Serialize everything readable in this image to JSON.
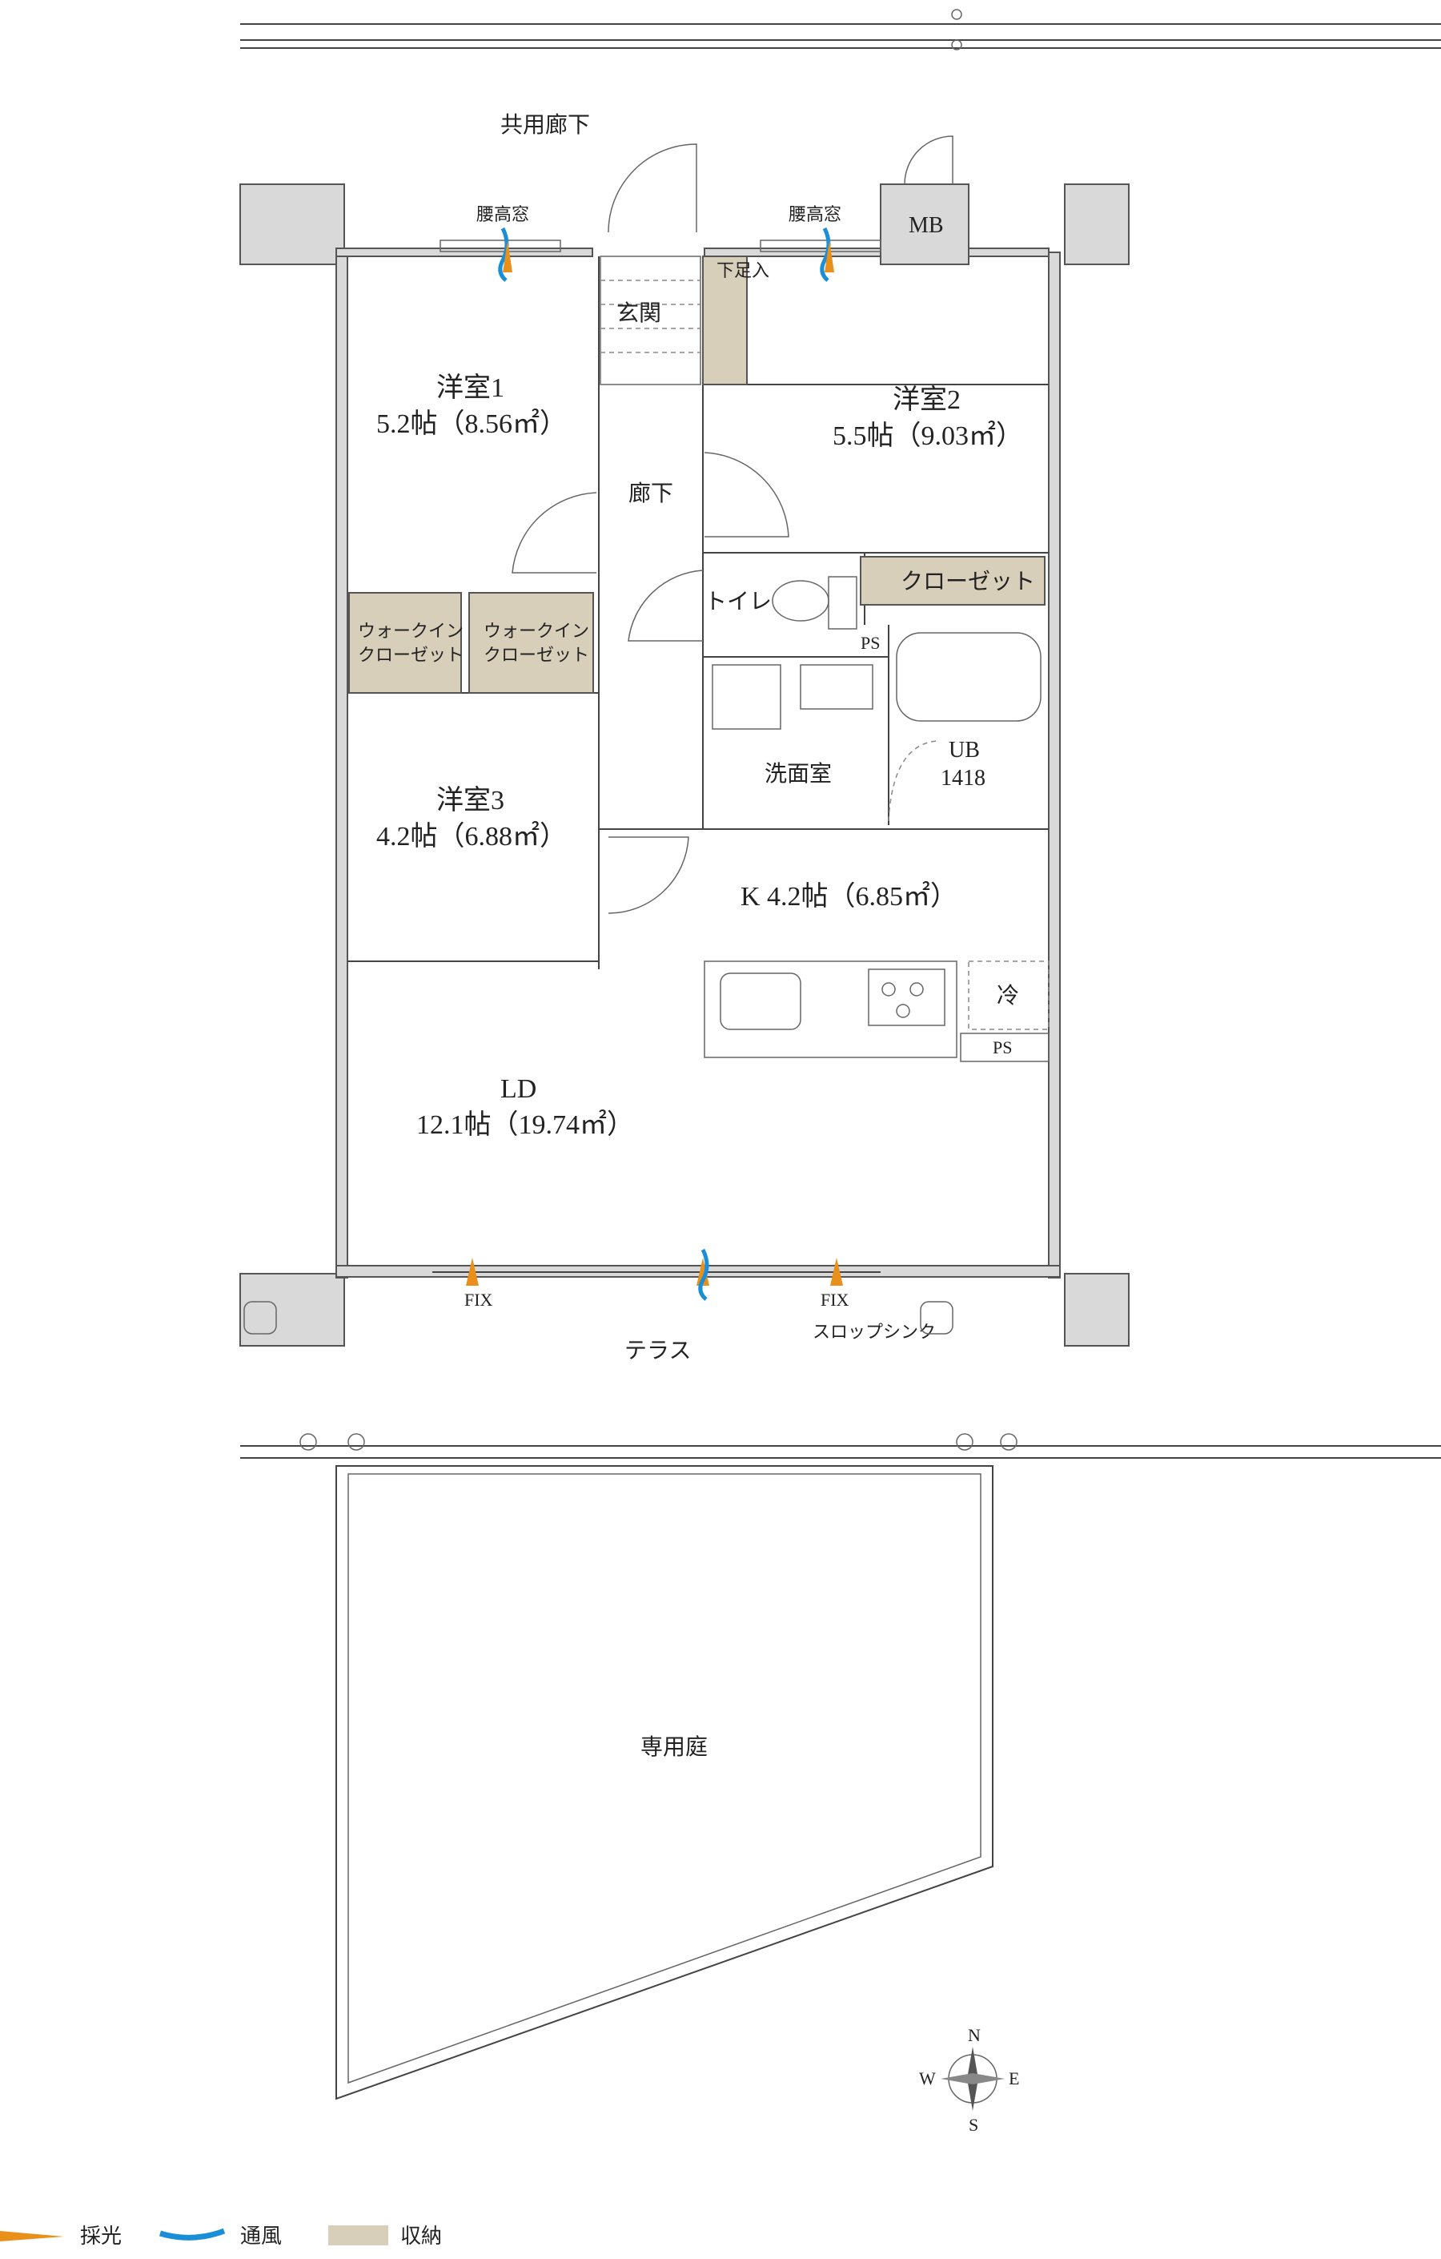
{
  "labels": {
    "corridor": "共用廊下",
    "window_left": "腰高窓",
    "window_right": "腰高窓",
    "mb": "MB",
    "entrance": "玄関",
    "shoe_storage": "下足入",
    "room1_name": "洋室1",
    "room1_size": "5.2帖（8.56㎡）",
    "room2_name": "洋室2",
    "room2_size": "5.5帖（9.03㎡）",
    "hallway": "廊下",
    "toilet": "トイレ",
    "closet": "クローゼット",
    "wic1_line1": "ウォークイン",
    "wic1_line2": "クローゼット",
    "wic2_line1": "ウォークイン",
    "wic2_line2": "クローゼット",
    "ps_upper": "PS",
    "washroom": "洗面室",
    "ub_line1": "UB",
    "ub_line2": "1418",
    "room3_name": "洋室3",
    "room3_size": "4.2帖（6.88㎡）",
    "kitchen": "K 4.2帖（6.85㎡）",
    "fridge": "冷",
    "ps_lower": "PS",
    "ld_name": "LD",
    "ld_size": "12.1帖（19.74㎡）",
    "fix_left": "FIX",
    "fix_right": "FIX",
    "terrace": "テラス",
    "slop_sink": "スロップシンク",
    "garden": "専用庭",
    "compass_n": "N",
    "compass_e": "E",
    "compass_s": "S",
    "compass_w": "W"
  },
  "legend": [
    {
      "label": "採光",
      "color": "#e8901a"
    },
    {
      "label": "通風",
      "color": "#1a8fd8"
    },
    {
      "label": "収納",
      "color": "#d8cfba"
    }
  ]
}
